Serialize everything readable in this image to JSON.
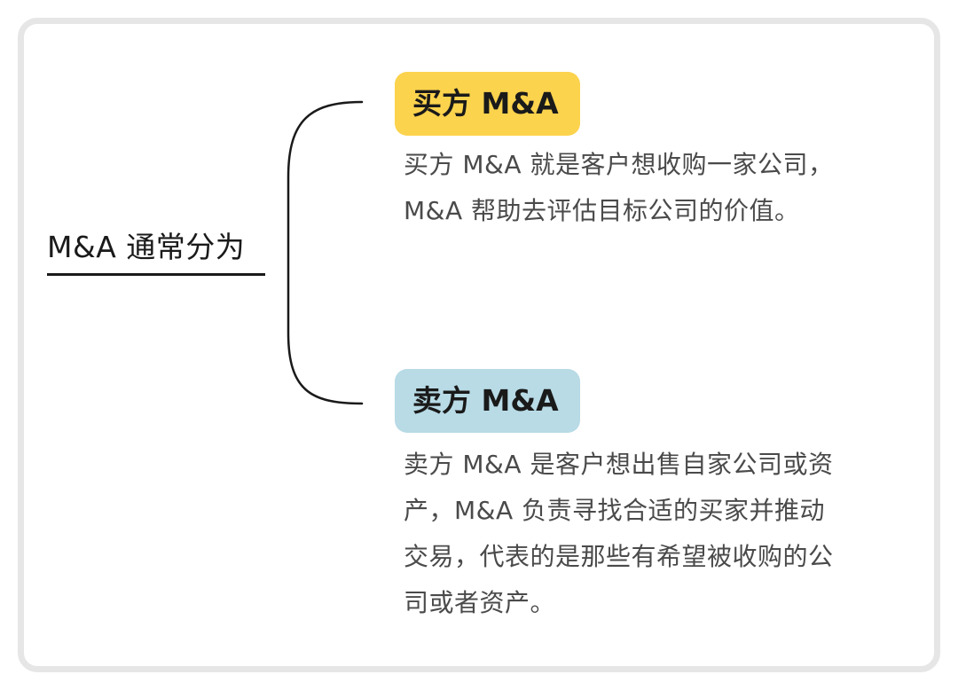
{
  "root": {
    "label": "M&A 通常分为"
  },
  "branches": [
    {
      "tag": "买方 M&A",
      "tag_color": "#fcd34d",
      "description": "买方 M&A 就是客户想收购一家公司，\nM&A 帮助去评估目标公司的价值。"
    },
    {
      "tag": "卖方 M&A",
      "tag_color": "#b8dbe6",
      "description": "卖方 M&A 是客户想出售自家公司或资\n产，M&A 负责寻找合适的买家并推动\n交易，代表的是那些有希望被收购的公\n司或者资产。"
    }
  ],
  "colors": {
    "card_border": "#e6e6e6",
    "text_dark": "#1a1a1a",
    "text_body": "#4a4a4a"
  }
}
